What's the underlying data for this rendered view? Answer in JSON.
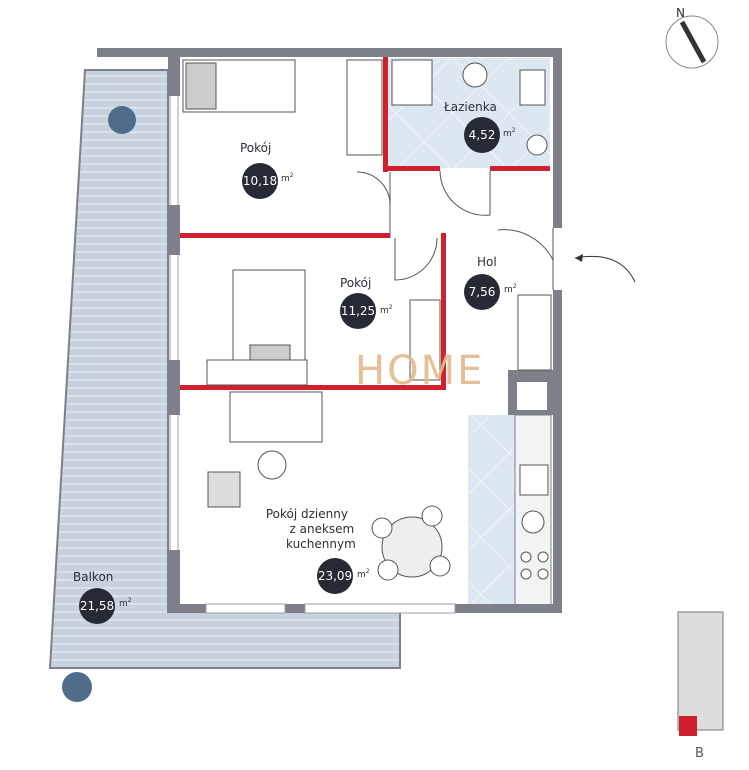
{
  "rooms": [
    {
      "name": "Pokój",
      "area": "10,18",
      "unit": "m",
      "unit_exp": "2"
    },
    {
      "name": "Łazienka",
      "area": "4,52",
      "unit": "m",
      "unit_exp": "2"
    },
    {
      "name": "Pokój",
      "area": "11,25",
      "unit": "m",
      "unit_exp": "2"
    },
    {
      "name": "Hol",
      "area": "7,56",
      "unit": "m",
      "unit_exp": "2"
    },
    {
      "name_lines": [
        "Pokój dzienny",
        "z aneksem",
        "kuchennym"
      ],
      "area": "23,09",
      "unit": "m",
      "unit_exp": "2"
    },
    {
      "name": "Balkon",
      "area": "21,58",
      "unit": "m",
      "unit_exp": "2"
    }
  ],
  "compass": {
    "label": "N"
  },
  "building_key": {
    "label": "B"
  },
  "watermark": {
    "text": "HOME"
  },
  "colors": {
    "wall": "#7d8088",
    "partition": "#d0202e",
    "tile": "#dde7f1",
    "balcony": "#c4d0dc",
    "badge": "#262a34"
  }
}
